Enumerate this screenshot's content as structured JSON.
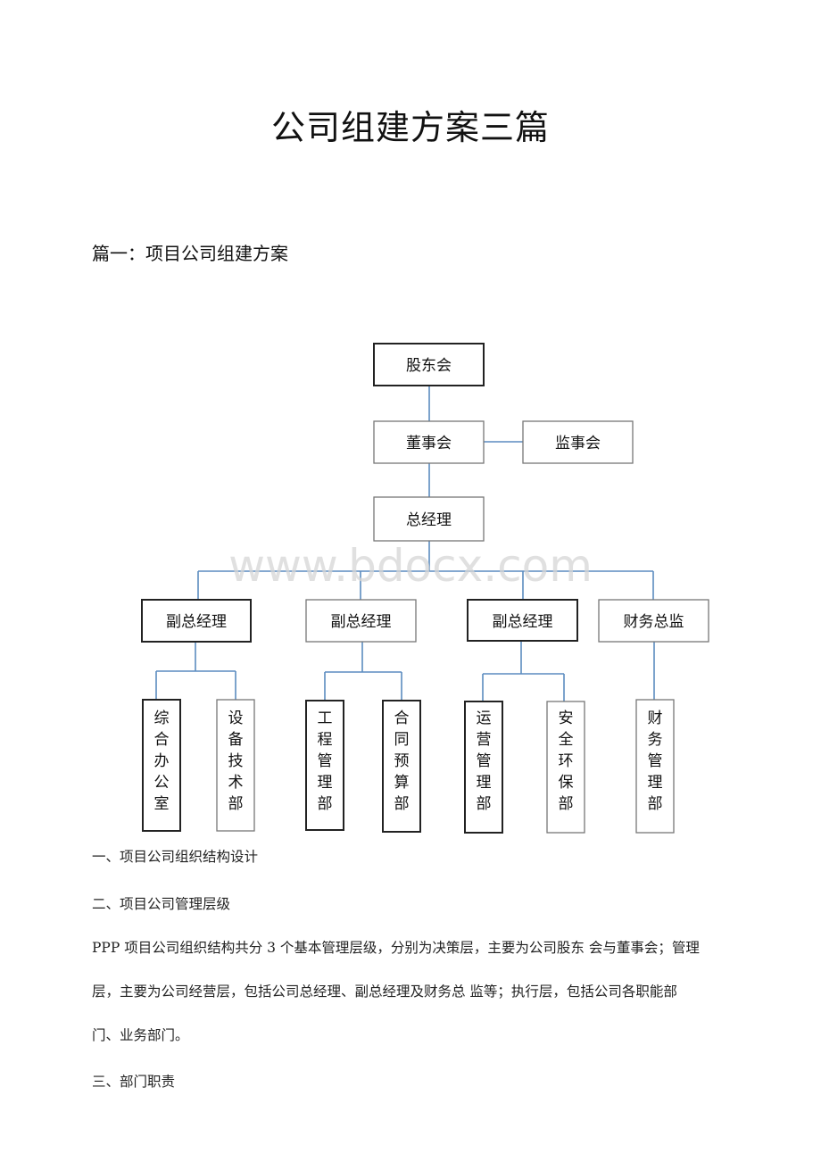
{
  "document": {
    "title": "公司组建方案三篇",
    "section_heading": "篇一：项目公司组建方案"
  },
  "watermark": "www.bdocx.com",
  "org_chart": {
    "shareholders": "股东会",
    "board": "董事会",
    "supervisors": "监事会",
    "general_manager": "总经理",
    "level2": [
      {
        "label": "副总经理",
        "emphasis": true,
        "departments": [
          {
            "label": "综合办公室",
            "emphasis": true
          },
          {
            "label": "设备技术部",
            "emphasis": false
          }
        ]
      },
      {
        "label": "副总经理",
        "emphasis": false,
        "departments": [
          {
            "label": "工程管理部",
            "emphasis": true
          },
          {
            "label": "合同预算部",
            "emphasis": true
          }
        ]
      },
      {
        "label": "副总经理",
        "emphasis": true,
        "departments": [
          {
            "label": "运营管理部",
            "emphasis": true
          },
          {
            "label": "安全环保部",
            "emphasis": false
          }
        ]
      },
      {
        "label": "财务总监",
        "emphasis": false,
        "departments": [
          {
            "label": "财务管理部",
            "emphasis": false
          }
        ]
      }
    ],
    "connector_color": "#5b8cc0",
    "box_border_strong": "#222222",
    "box_border_light": "#777777"
  },
  "content": {
    "item_1": "一、项目公司组织结构设计",
    "item_2": "二、项目公司管理层级",
    "paragraph_lines": [
      "PPP 项目公司组织结构共分 3 个基本管理层级，分别为决策层，主要为公司股东  会与董事会；管理",
      "层，主要为公司经营层，包括公司总经理、副总经理及财务总  监等；执行层，包括公司各职能部",
      "门、业务部门。"
    ],
    "item_3": "三、部门职责"
  }
}
